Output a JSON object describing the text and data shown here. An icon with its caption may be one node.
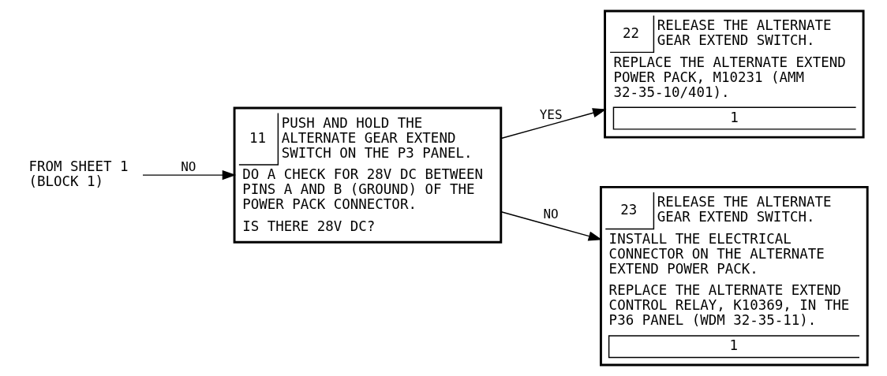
{
  "diagram": {
    "nodes": [
      {
        "text": [
          "FROM SHEET 1 (BLOCK 1)"
        ]
      },
      {
        "text": [
          "11",
          "PUSH AND HOLD THE ALTERNATE GEAR EXTEND SWITCH ON THE P3 PANEL.",
          "DO A CHECK FOR 28V DC BETWEEN PINS A AND B (GROUND) OF THE POWER PACK CONNECTOR.",
          "IS THERE 28V DC?"
        ]
      },
      {
        "text": [
          "22",
          "RELEASE THE ALTERNATE GEAR EXTEND SWITCH.",
          "REPLACE THE ALTERNATE EXTEND POWER PACK, M10231 (AMM 32-35-10/401).",
          "1"
        ]
      },
      {
        "text": [
          "23",
          "RELEASE THE ALTERNATE GEAR EXTEND SWITCH.",
          "INSTALL THE ELECTRICAL CONNECTOR ON THE ALTERNATE EXTEND POWER PACK.",
          "REPLACE THE ALTERNATE EXTEND CONTROL RELAY, K10369, IN THE P36 PANEL (WDM 32-35-11).",
          "1"
        ]
      }
    ],
    "edges": [
      {
        "from": 0,
        "to": 1,
        "arrow": "to",
        "label": "NO"
      },
      {
        "from": 1,
        "to": 2,
        "arrow": "to",
        "label": "YES"
      },
      {
        "from": 1,
        "to": 3,
        "arrow": "to",
        "label": "NO"
      }
    ]
  }
}
